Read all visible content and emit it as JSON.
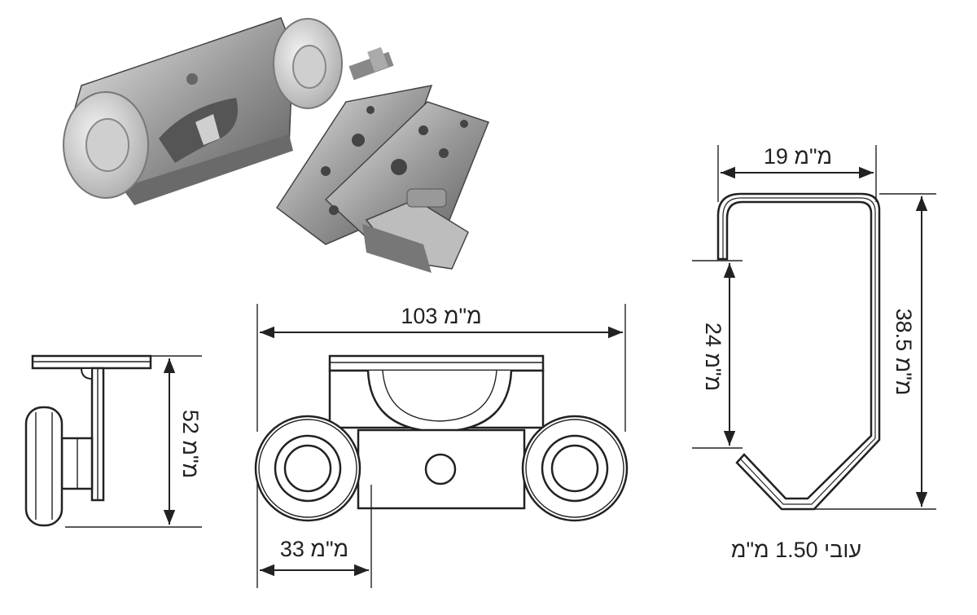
{
  "diagram": {
    "dimensions": {
      "side_height": "52 מ\"מ",
      "front_width": "103 מ\"מ",
      "front_wheel": "33 מ\"מ",
      "profile_width": "19 מ\"מ",
      "profile_opening": "24 מ\"מ",
      "profile_height": "38.5 מ\"מ",
      "thickness": "עובי 1.50 מ\"מ"
    }
  }
}
